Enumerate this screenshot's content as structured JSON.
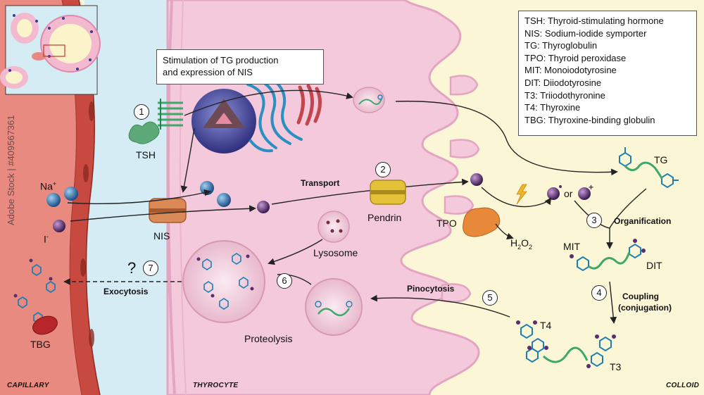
{
  "regions": {
    "capillary": "Capillary",
    "thyrocyte": "Thyrocyte",
    "colloid": "Colloid"
  },
  "note": {
    "line1": "Stimulation of TG production",
    "line2": "and expression of NIS"
  },
  "legend": [
    "TSH: Thyroid-stimulating hormone",
    "NIS: Sodium-iodide symporter",
    "TG: Thyroglobulin",
    "TPO: Thyroid peroxidase",
    "MIT: Monoiodotyrosine",
    "DIT: Diiodotyrosine",
    "T3: Triiodothyronine",
    "T4: Thyroxine",
    "TBG: Thyroxine-binding globulin"
  ],
  "labels": {
    "tsh": "TSH",
    "na": "Na",
    "na_sup": "+",
    "iodide": "I",
    "iodide_sup": "-",
    "nis": "NIS",
    "transport": "Transport",
    "pendrin": "Pendrin",
    "tpo": "TPO",
    "h2o2_h": "H",
    "h2o2_sub1": "2",
    "h2o2_o": "O",
    "h2o2_sub2": "2",
    "or": "or",
    "tg": "TG",
    "organification": "Organification",
    "mit": "MIT",
    "dit": "DIT",
    "coupling": "Coupling",
    "conjugation": "(conjugation)",
    "t4": "T4",
    "t3": "T3",
    "pinocytosis": "Pinocytosis",
    "lysosome": "Lysosome",
    "proteolysis": "Proteolysis",
    "exocytosis": "Exocytosis",
    "question": "?",
    "tbg": "TBG"
  },
  "steps": [
    "1",
    "2",
    "3",
    "4",
    "5",
    "6",
    "7"
  ],
  "watermark": "Adobe Stock | #409567361",
  "colors": {
    "capillary_wall": "#c8493f",
    "capillary_lumen": "#e98a80",
    "interstitium": "#d6ecf5",
    "thyrocyte": "#f4c9dc",
    "thyrocyte_edge": "#e3a5c2",
    "colloid": "#fbf6d6",
    "nis": "#d98a57",
    "pendrin": "#e3c23a",
    "tpo": "#e8893a",
    "iodine": "#5a2d6e",
    "sodium": "#2d6ea8",
    "molecule": "#1f7fb5",
    "chain": "#3ea86a",
    "tbg": "#b6262b"
  }
}
